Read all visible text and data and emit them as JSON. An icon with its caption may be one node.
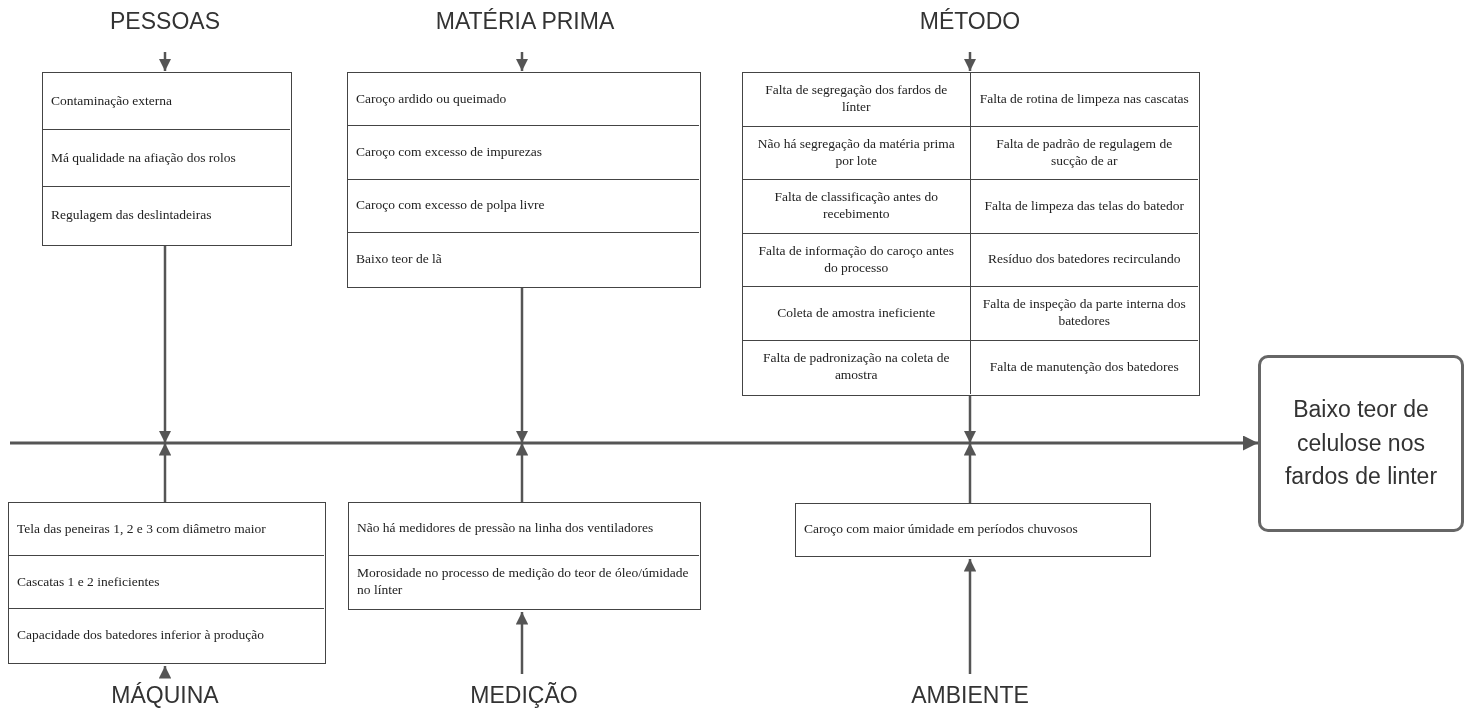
{
  "diagram": {
    "nodes": [
      {
        "text": [
          "PESSOAS"
        ]
      },
      {
        "text": [
          "MATÉRIA PRIMA"
        ]
      },
      {
        "text": [
          "MÉTODO"
        ]
      },
      {
        "text": [],
        "shape": "box"
      },
      {
        "text": [
          "Contaminação externa"
        ],
        "in": 3
      },
      {
        "text": [
          "Má qualidade na afiação dos  rolos"
        ],
        "in": 3
      },
      {
        "text": [
          "Regulagem das deslintadeiras"
        ],
        "in": 3
      },
      {
        "text": [],
        "shape": "box"
      },
      {
        "text": [
          "Caroço ardido ou queimado"
        ],
        "in": 7
      },
      {
        "text": [
          "Caroço com excesso de impurezas"
        ],
        "in": 7
      },
      {
        "text": [
          "Caroço com excesso de polpa livre"
        ],
        "in": 7
      },
      {
        "text": [
          "Baixo teor de lã"
        ],
        "in": 7
      },
      {
        "text": [],
        "shape": "box"
      },
      {
        "text": [
          "Falta de segregação dos fardos de línter"
        ],
        "in": 12
      },
      {
        "text": [
          "Falta de rotina de limpeza nas cascatas"
        ],
        "in": 12
      },
      {
        "text": [
          "Não há segregação da matéria prima por lote"
        ],
        "in": 12
      },
      {
        "text": [
          "Falta de padrão de regulagem   de sucção de ar"
        ],
        "in": 12
      },
      {
        "text": [
          "Falta de classificação antes   do recebimento"
        ],
        "in": 12
      },
      {
        "text": [
          "Falta de limpeza das telas do batedor"
        ],
        "in": 12
      },
      {
        "text": [
          "Falta de informação do caroço antes do processo"
        ],
        "in": 12
      },
      {
        "text": [
          "Resíduo dos batedores recirculando"
        ],
        "in": 12
      },
      {
        "text": [
          "Coleta de amostra ineficiente"
        ],
        "in": 12
      },
      {
        "text": [
          "Falta de inspeção da parte interna dos batedores"
        ],
        "in": 12
      },
      {
        "text": [
          "Falta de padronização na   coleta de amostra"
        ],
        "in": 12
      },
      {
        "text": [
          "Falta de manutenção dos batedores"
        ],
        "in": 12
      },
      {
        "text": [
          "Baixo teor de celulose nos fardos de linter"
        ]
      },
      {
        "text": [],
        "shape": "box"
      },
      {
        "text": [
          "Tela das peneiras 1, 2 e 3 com  diâmetro maior"
        ],
        "in": 26
      },
      {
        "text": [
          "Cascatas 1 e 2 ineficientes"
        ],
        "in": 26
      },
      {
        "text": [
          "Capacidade dos batedores  inferior à produção"
        ],
        "in": 26
      },
      {
        "text": [],
        "shape": "box"
      },
      {
        "text": [
          "Não há medidores de pressão na linha dos ventiladores"
        ],
        "in": 30
      },
      {
        "text": [
          "Morosidade no processo de medição do teor de óleo/úmidade no línter"
        ],
        "in": 30
      },
      {
        "text": [],
        "shape": "box"
      },
      {
        "text": [
          "Caroço com maior úmidade em períodos chuvosos"
        ],
        "in": 33
      },
      {
        "text": [
          "MÁQUINA"
        ]
      },
      {
        "text": [
          "MEDIÇÃO"
        ]
      },
      {
        "text": [
          "AMBIENTE"
        ]
      }
    ],
    "edges": [
      {
        "from": 0,
        "to": 3,
        "arrow": "to"
      },
      {
        "from": 1,
        "to": 7,
        "arrow": "to"
      },
      {
        "from": 2,
        "to": 12,
        "arrow": "to"
      },
      {
        "from": 3,
        "to": null,
        "arrow": "to"
      },
      {
        "from": 7,
        "to": null,
        "arrow": "to"
      },
      {
        "from": 12,
        "to": null,
        "arrow": "to"
      },
      {
        "from": null,
        "to": 25,
        "arrow": "to"
      },
      {
        "from": 26,
        "to": null,
        "arrow": "to"
      },
      {
        "from": 30,
        "to": null,
        "arrow": "to"
      },
      {
        "from": 33,
        "to": null,
        "arrow": "to"
      },
      {
        "from": 35,
        "to": 26,
        "arrow": "to"
      },
      {
        "from": 36,
        "to": 30,
        "arrow": "to"
      },
      {
        "from": 37,
        "to": 33,
        "arrow": "to"
      }
    ]
  }
}
